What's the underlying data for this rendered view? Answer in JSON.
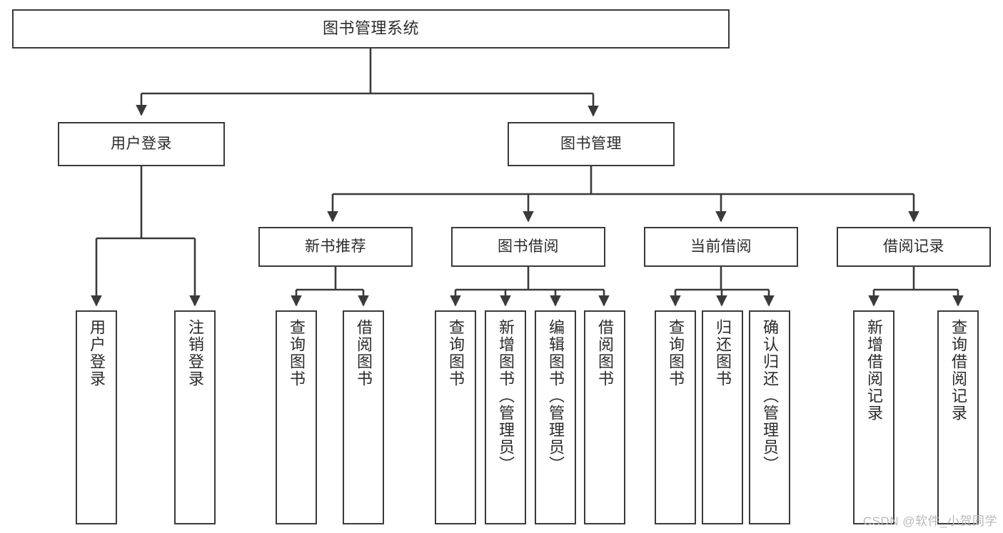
{
  "diagram": {
    "title": "图书管理系统",
    "type": "tree-hierarchy-chart",
    "watermark": "CSDN @软件_小贺同学",
    "colors": {
      "box_border": "#3a3a3a",
      "box_fill": "#ffffff",
      "line": "#3a3a3a",
      "text": "#2b2b2b",
      "watermark": "#b9b9b9"
    }
  },
  "nodes": {
    "root": {
      "label": "图书管理系统"
    },
    "level2": [
      {
        "label": "用户登录"
      },
      {
        "label": "图书管理"
      }
    ],
    "level3": [
      {
        "label": "新书推荐"
      },
      {
        "label": "图书借阅"
      },
      {
        "label": "当前借阅"
      },
      {
        "label": "借阅记录"
      }
    ],
    "leaves": {
      "user_login": [
        {
          "label": "用户登录"
        },
        {
          "label": "注销登录"
        }
      ],
      "new_book_recommend": [
        {
          "label": "查询图书"
        },
        {
          "label": "借阅图书"
        }
      ],
      "book_borrow": [
        {
          "label": "查询图书"
        },
        {
          "label": "新增图书（管理员）"
        },
        {
          "label": "编辑图书（管理员）"
        },
        {
          "label": "借阅图书"
        }
      ],
      "current_borrow": [
        {
          "label": "查询图书"
        },
        {
          "label": "归还图书"
        },
        {
          "label": "确认归还（管理员）"
        }
      ],
      "borrow_record": [
        {
          "label": "新增借阅记录"
        },
        {
          "label": "查询借阅记录"
        }
      ]
    }
  }
}
